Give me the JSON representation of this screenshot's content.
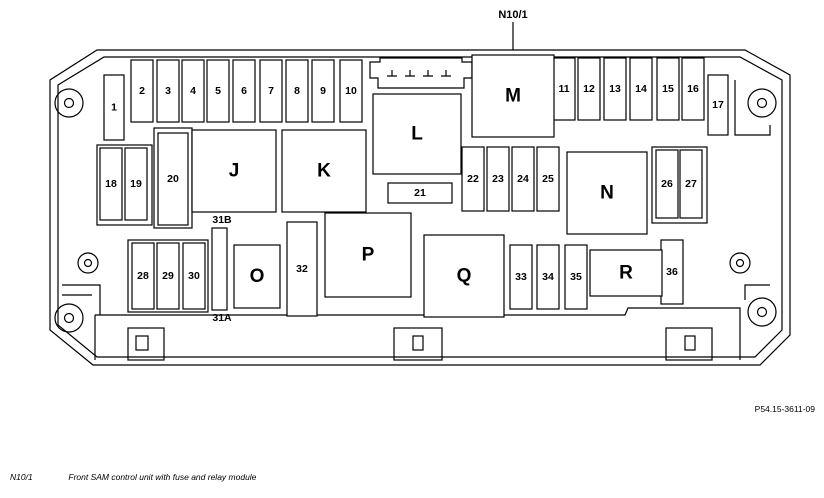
{
  "callout": "N10/1",
  "reference": "P54.15-3611-09",
  "legend": [
    {
      "code": "N10/1",
      "text": "Front SAM control unit with fuse and relay module"
    }
  ],
  "labels": {
    "fuses": [
      "1",
      "2",
      "3",
      "4",
      "5",
      "6",
      "7",
      "8",
      "9",
      "10",
      "11",
      "12",
      "13",
      "14",
      "15",
      "16",
      "17",
      "18",
      "19",
      "20",
      "21",
      "22",
      "23",
      "24",
      "25",
      "26",
      "27",
      "28",
      "29",
      "30",
      "31A",
      "31B",
      "32",
      "33",
      "34",
      "35",
      "36"
    ],
    "relays": [
      "J",
      "K",
      "L",
      "M",
      "N",
      "O",
      "P",
      "Q",
      "R"
    ]
  }
}
